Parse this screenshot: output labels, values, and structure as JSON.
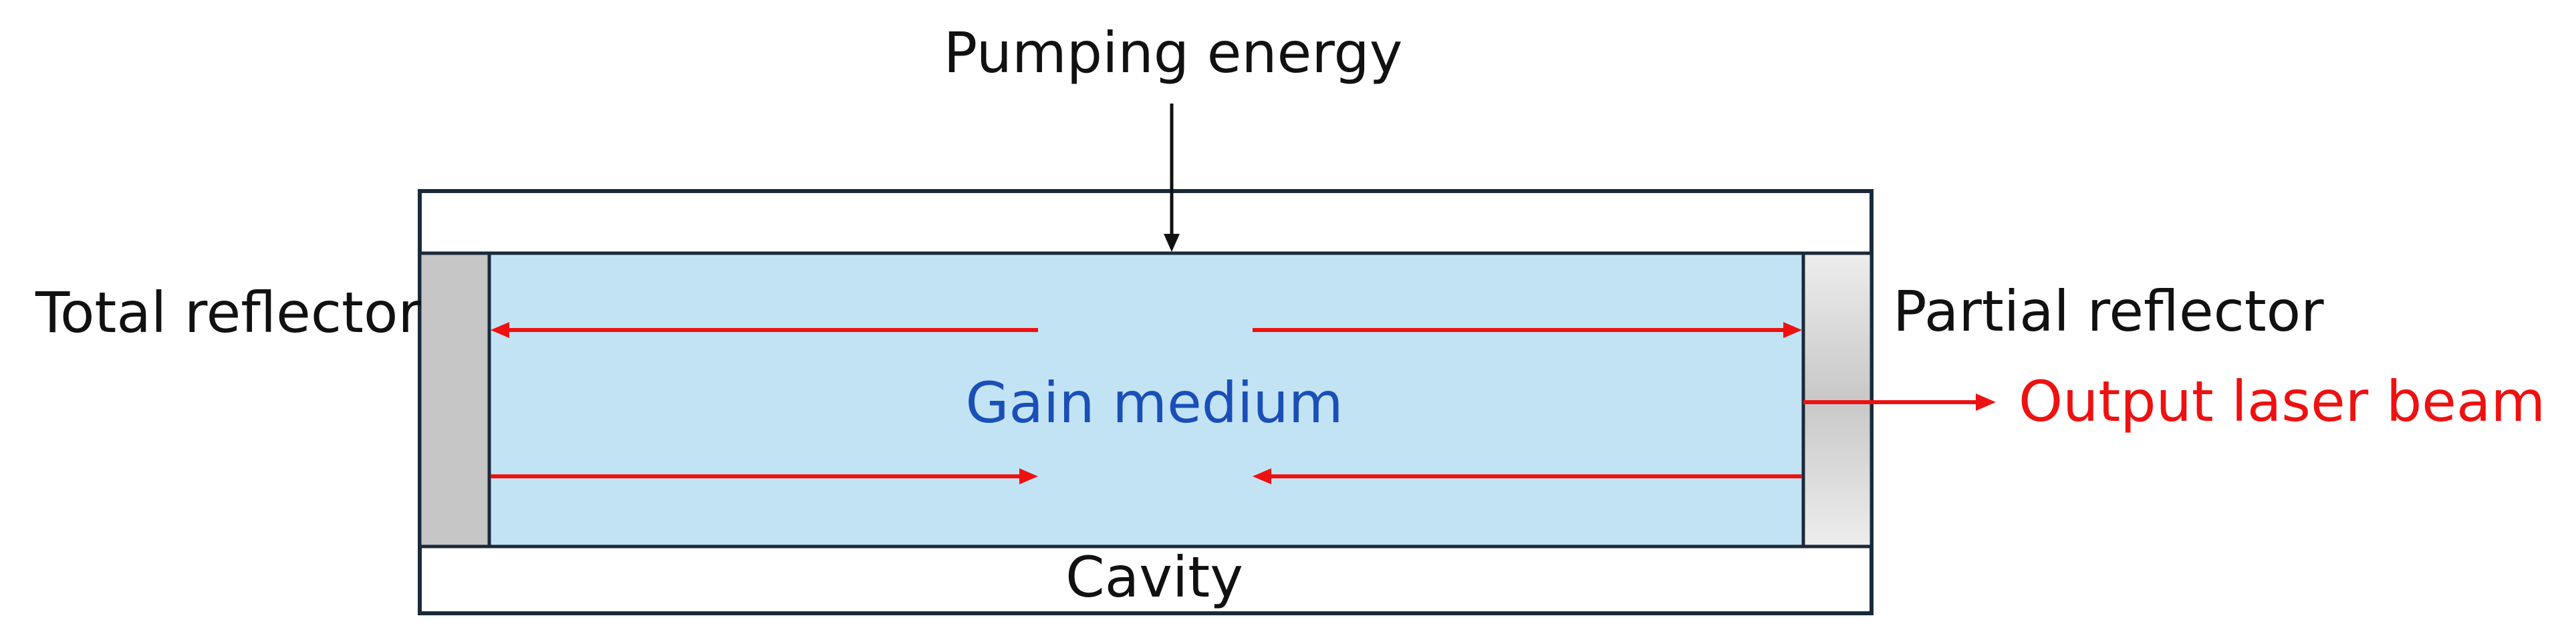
{
  "labels": {
    "pumping_energy": "Pumping energy",
    "total_reflector": "Total reflector",
    "partial_reflector": "Partial reflector",
    "gain_medium": "Gain medium",
    "output_beam": "Output laser beam",
    "cavity": "Cavity"
  },
  "colors": {
    "text": "#111111",
    "cavity_border": "#1a2a3a",
    "gain_fill": "#c2e3f3",
    "gain_text": "#1a4fb8",
    "beam": "#ee1111",
    "total_reflector": "#c6c6c6",
    "partial_reflector_light": "#ededed",
    "partial_reflector_dark": "#c8c8c8",
    "arrow": "#111111"
  }
}
